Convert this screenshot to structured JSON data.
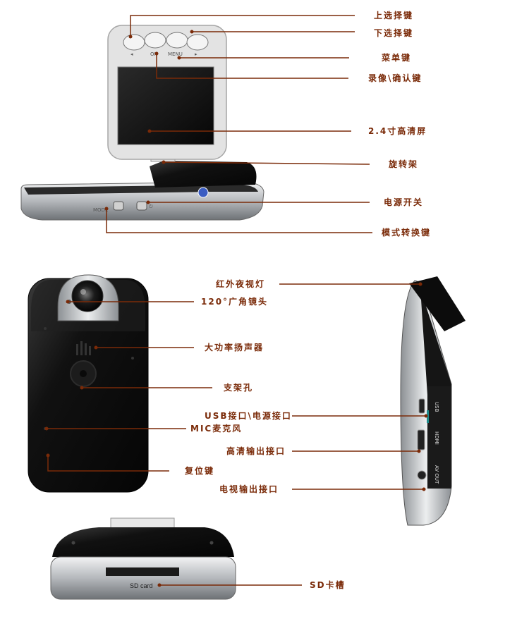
{
  "colors": {
    "leader_line": "#7a2a08",
    "label_text": "#7a2a08",
    "body_black": "#141414",
    "body_silver": "#b9bcc0"
  },
  "labels": {
    "up_key": "上选择键",
    "down_key": "下选择键",
    "menu_key": "菜单键",
    "record_ok_key": "录像\\确认键",
    "screen": "2.4寸高清屏",
    "rotating_stand": "旋转架",
    "power_switch": "电源开关",
    "mode_key": "模式转换键",
    "ir_light": "红外夜视灯",
    "wide_lens": "120°广角镜头",
    "speaker": "大功率扬声器",
    "mount_hole": "支架孔",
    "usb_power_port": "USB接口\\电源接口",
    "mic": "MIC麦克风",
    "hd_out_port": "高清输出接口",
    "reset_key": "复位键",
    "av_out_port": "电视输出接口",
    "sd_slot": "SD卡槽"
  },
  "device_print": {
    "button_ok": "OK",
    "button_menu": "MENU",
    "mode": "MODE",
    "usb": "USB",
    "hdmi": "HDMI",
    "av_out": "AV OUT",
    "sd_card": "SD card"
  },
  "icons": [
    "power-icon",
    "up-arrow-icon",
    "down-arrow-icon"
  ]
}
